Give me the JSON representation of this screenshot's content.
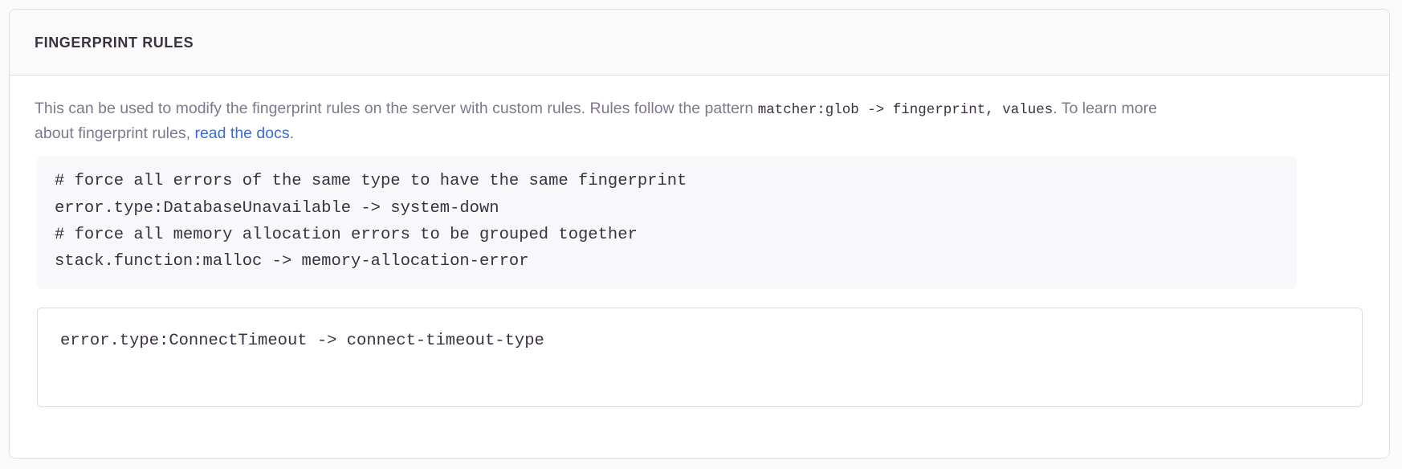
{
  "panel": {
    "title": "FINGERPRINT RULES",
    "description": {
      "text_before_code": "This can be used to modify the fingerprint rules on the server with custom rules. Rules follow the pattern ",
      "inline_code": "matcher:glob -> fingerprint, values",
      "text_after_code": ". To learn more about fingerprint rules, ",
      "link_text": "read the docs",
      "text_end": "."
    },
    "example_code": "# force all errors of the same type to have the same fingerprint\nerror.type:DatabaseUnavailable -> system-down\n# force all memory allocation errors to be grouped together\nstack.function:malloc -> memory-allocation-error",
    "rules_input": {
      "value": "error.type:ConnectTimeout -> connect-timeout-type",
      "placeholder": ""
    }
  },
  "colors": {
    "page_background": "#FAFAFB",
    "panel_background": "#FFFFFF",
    "panel_header_background": "#FAFAFB",
    "panel_border": "#E0E0E8",
    "title_text": "#3A3141",
    "description_text": "#80778F",
    "code_text": "#3A3141",
    "code_block_background": "#F8F8FA",
    "link": "#3B6ECC",
    "input_border": "#DDDCE4"
  }
}
